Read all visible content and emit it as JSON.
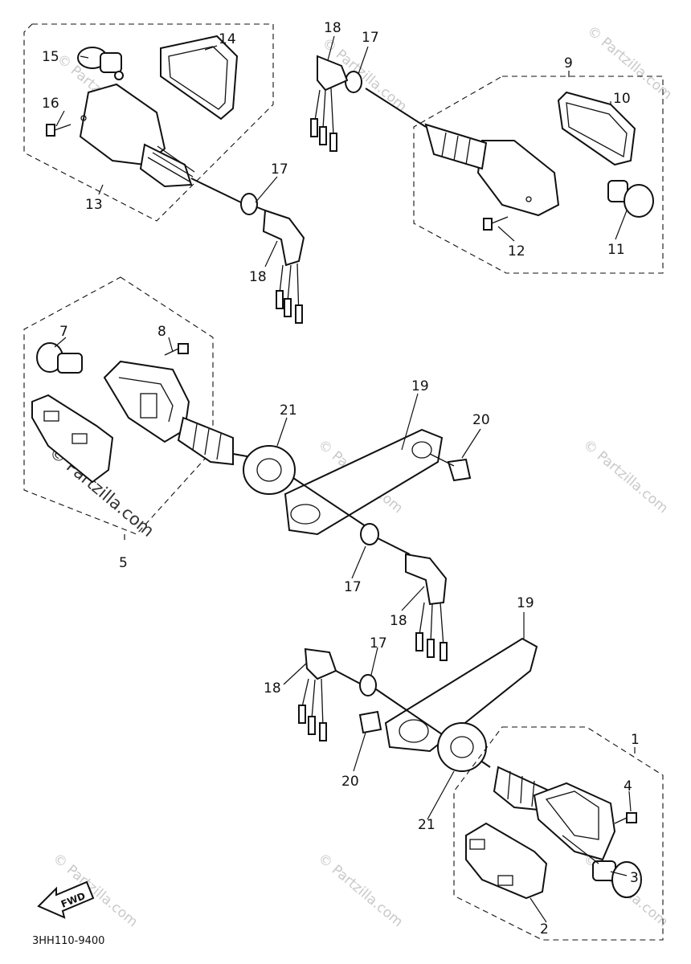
{
  "diagram_code": "3HH110-9400",
  "fwd_label": "FWD",
  "watermark": {
    "text": "© Partzilla.com"
  },
  "callouts": {
    "c1": "1",
    "c2": "2",
    "c3": "3",
    "c4": "4",
    "c5": "5",
    "c7": "7",
    "c8": "8",
    "c9": "9",
    "c10": "10",
    "c11": "11",
    "c12": "12",
    "c13": "13",
    "c14": "14",
    "c15": "15",
    "c16": "16",
    "c17": "17",
    "c18": "18",
    "c19": "19",
    "c20": "20",
    "c21": "21"
  }
}
